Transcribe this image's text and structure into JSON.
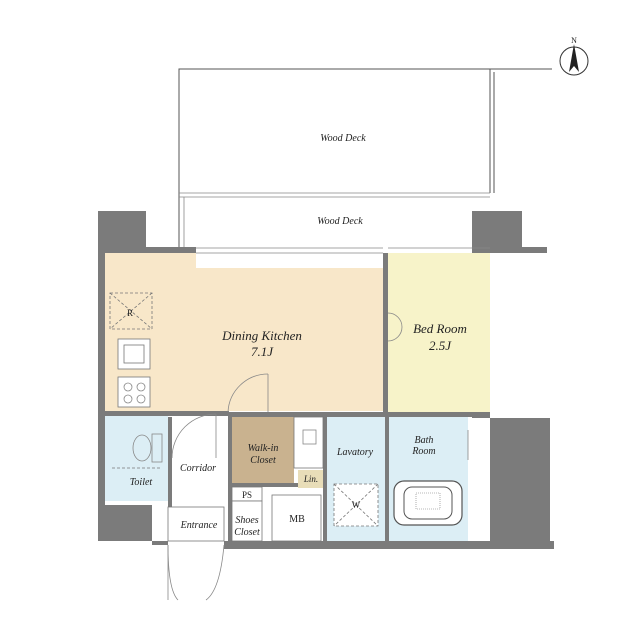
{
  "compass": {
    "label": "N"
  },
  "rooms": {
    "wood_deck_upper": "Wood Deck",
    "wood_deck_lower": "Wood Deck",
    "dining_kitchen": "Dining Kitchen",
    "dining_kitchen_size": "7.1J",
    "bed_room": "Bed Room",
    "bed_room_size": "2.5J",
    "walk_in_closet_1": "Walk-in",
    "walk_in_closet_2": "Closet",
    "lavatory": "Lavatory",
    "bath_room_1": "Bath",
    "bath_room_2": "Room",
    "toilet": "Toilet",
    "corridor": "Corridor",
    "entrance": "Entrance",
    "shoes_closet_1": "Shoes",
    "shoes_closet_2": "Closet",
    "ps": "PS",
    "mb": "MB",
    "lin": "Lin.",
    "fridge_mark": "R",
    "washer_mark": "W"
  },
  "colors": {
    "dining_kitchen": "#f8e7c9",
    "bed_room": "#f7f3c9",
    "walk_in_closet": "#c9b28f",
    "lin": "#e8ddb8",
    "wet_area": "#dceef5",
    "wall": "#7b7b7b"
  }
}
